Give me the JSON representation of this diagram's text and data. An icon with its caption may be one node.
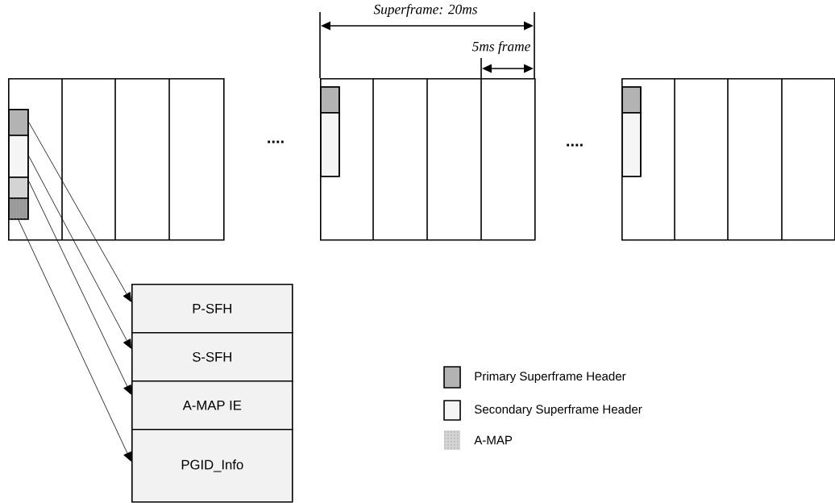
{
  "diagram": {
    "nodes": [
      {
        "text": [],
        "shape": "box"
      },
      {
        "text": [],
        "shape": "box",
        "in": 0
      },
      {
        "text": [],
        "shape": "box",
        "in": 0
      },
      {
        "text": [],
        "shape": "box",
        "in": 0
      },
      {
        "text": [],
        "shape": "box",
        "in": 0
      },
      {
        "text": [],
        "shape": "box"
      },
      {
        "text": [],
        "shape": "box",
        "in": 5
      },
      {
        "text": [],
        "shape": "box",
        "in": 5
      },
      {
        "text": [],
        "shape": "box"
      },
      {
        "text": [],
        "shape": "box",
        "in": 8
      },
      {
        "text": [],
        "shape": "box",
        "in": 8
      },
      {
        "text": [
          "P-SFH"
        ]
      },
      {
        "text": [
          "S-SFH"
        ]
      },
      {
        "text": [
          "A-MAP IE"
        ]
      },
      {
        "text": [
          "PGID_Info"
        ]
      }
    ],
    "edges": [
      {
        "from": 1,
        "to": 11,
        "arrow": "to"
      },
      {
        "from": 2,
        "to": 12,
        "arrow": "to"
      },
      {
        "from": 3,
        "to": 13,
        "arrow": "to"
      },
      {
        "from": 4,
        "to": 14,
        "arrow": "to"
      }
    ],
    "labels": [
      "Superframe: 20ms",
      "5ms frame",
      "....",
      "...."
    ],
    "legend": [
      {
        "text": "Primary Superframe Header",
        "color": "#b3b3b3"
      },
      {
        "text": "Secondary Superframe Header",
        "color": "#f5f5f5"
      },
      {
        "text": "A-MAP",
        "color": "#d4d4d4"
      }
    ]
  }
}
